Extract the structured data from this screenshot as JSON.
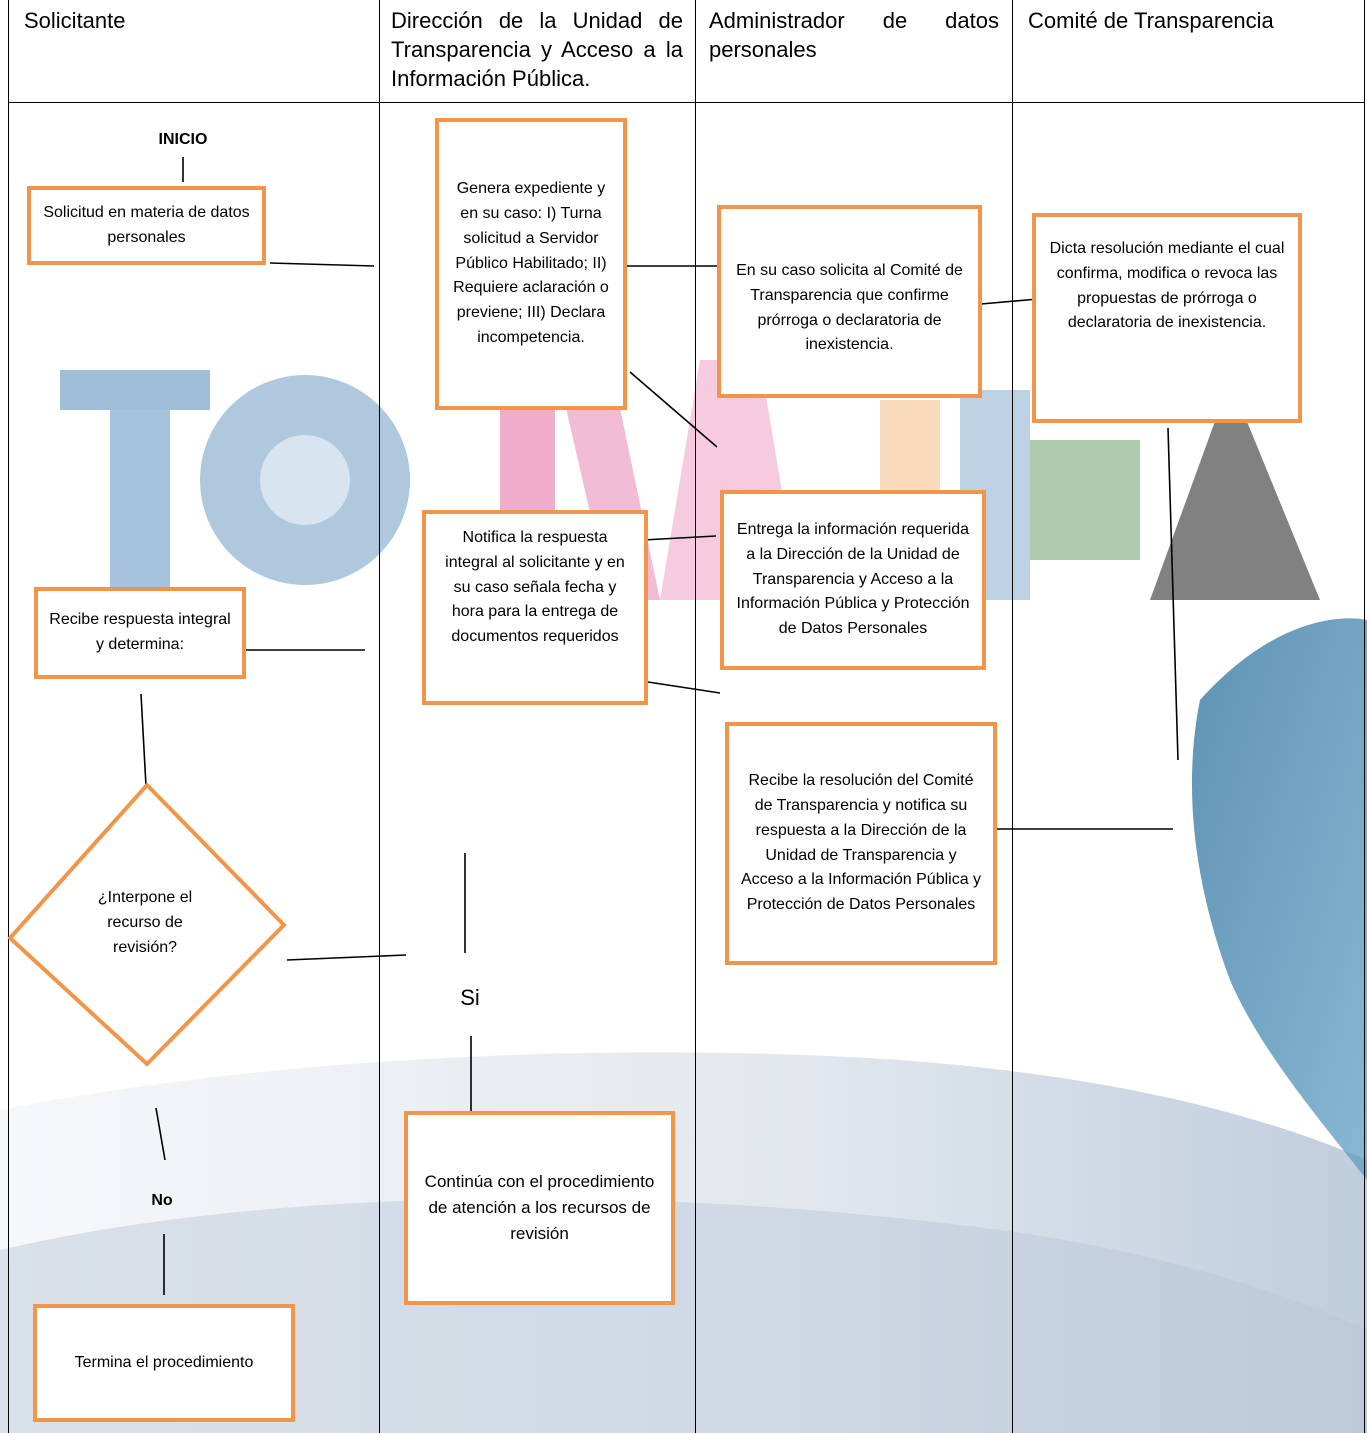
{
  "lanes": {
    "solicitante": "Solicitante",
    "direccion": "Dirección de la Unidad de Transparencia y Acceso a la Información Pública.",
    "administrador": "Administrador de datos personales",
    "comite": "Comité de Transparencia"
  },
  "nodes": {
    "inicio": "INICIO",
    "solicitud": "Solicitud en materia de datos personales",
    "genera": "Genera expediente y en su caso: I) Turna solicitud a Servidor Público Habilitado; II) Requiere aclaración o previene; III) Declara incompetencia.",
    "solicita_comite": "En su caso solicita al Comité de Transparencia que confirme prórroga o declaratoria de inexistencia.",
    "dicta": "Dicta resolución mediante el cual confirma, modifica o revoca las propuestas de prórroga o declaratoria de inexistencia.",
    "entrega": "Entrega la información requerida a la Dirección de la Unidad de Transparencia y Acceso a la Información Pública y Protección de Datos Personales",
    "notifica": "Notifica la respuesta integral al solicitante y en su caso señala fecha y hora para la entrega de documentos requeridos",
    "recibe_respuesta": "Recibe respuesta integral y determina:",
    "recibe_resolucion": "Recibe la resolución del Comité de Transparencia y notifica su respuesta a la Dirección de la Unidad de Transparencia y Acceso a la Información Pública y Protección de Datos Personales",
    "decision": "¿Interpone el recurso de revisión?",
    "si": "Si",
    "no": "No",
    "continua": "Continúa con el procedimiento de atención a los recursos de revisión",
    "termina": "Termina el procedimiento"
  },
  "colors": {
    "box_border": "#f0954a",
    "watermark_blue": "#4f86b5",
    "watermark_pink": "#e46aa3",
    "watermark_gray": "#4b4b4b"
  }
}
